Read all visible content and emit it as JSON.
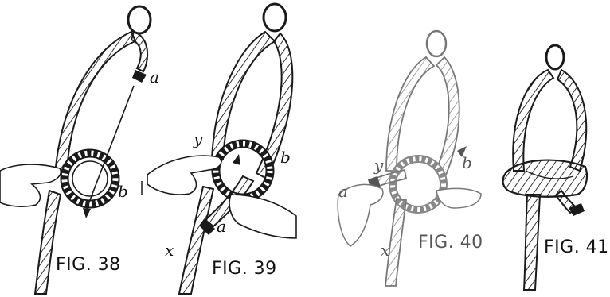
{
  "figures": [
    {
      "id": "fig38",
      "caption": "FIG. 38",
      "letters": [
        "a",
        "b"
      ]
    },
    {
      "id": "fig39",
      "caption": "FIG. 39",
      "letters": [
        "y",
        "b",
        "a",
        "x"
      ]
    },
    {
      "id": "fig40",
      "caption": "FIG. 40",
      "letters": [
        "y",
        "b",
        "a",
        "x"
      ]
    },
    {
      "id": "fig41",
      "caption": "FIG. 41",
      "letters": []
    }
  ]
}
